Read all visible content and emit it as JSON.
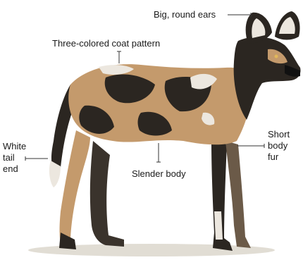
{
  "colors": {
    "background": "#ffffff",
    "label_text": "#1a1a1a",
    "leader_line": "#333333",
    "coat_tan": "#c49a6c",
    "coat_dark": "#2b2621",
    "coat_white": "#ece7df",
    "ground_shadow": "#d9d5c9"
  },
  "illustration": {
    "subject": "african-wild-dog-figure"
  },
  "labels": {
    "ears": "Big, round ears",
    "coat": "Three-colored coat pattern",
    "tail_line1": "White",
    "tail_line2": "tail",
    "tail_line3": "end",
    "body": "Slender body",
    "fur_line1": "Short",
    "fur_line2": "body",
    "fur_line3": "fur"
  }
}
